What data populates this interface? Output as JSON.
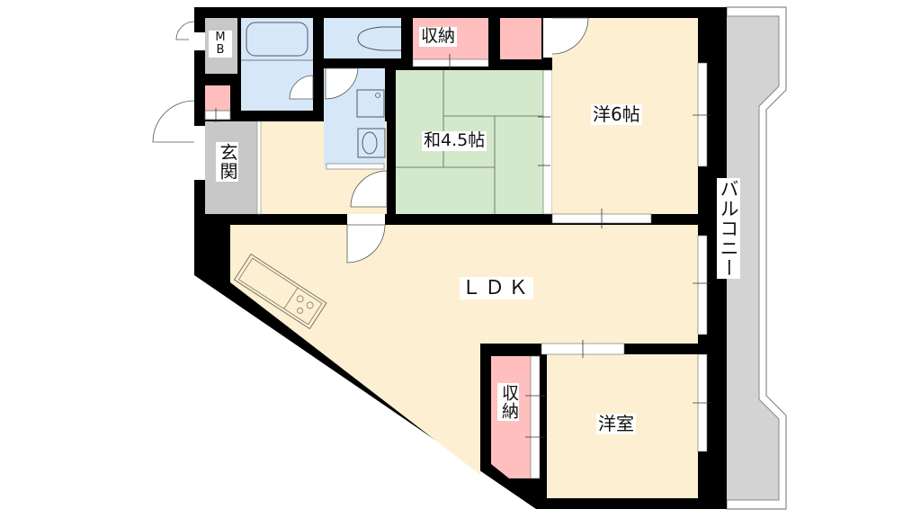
{
  "floorplan": {
    "colors": {
      "wall": "#000000",
      "western_room": "#fdf0d2",
      "tatami": "#d4e8cc",
      "wet_area": "#d6e8f8",
      "storage": "#ffbfbf",
      "entrance": "#c8c8c8",
      "balcony": "#d3d3d3",
      "background": "#ffffff"
    },
    "rooms": {
      "mb": {
        "label": "MB",
        "line1": "M",
        "line2": "B"
      },
      "entrance": {
        "label": "玄関"
      },
      "storage_top": {
        "label": "収納"
      },
      "washitsu": {
        "label": "和4.5帖"
      },
      "youshitsu_6": {
        "label": "洋6帖"
      },
      "ldk": {
        "label": "ＬＤＫ"
      },
      "storage_bottom": {
        "label": "収納"
      },
      "youshitsu": {
        "label": "洋室"
      },
      "balcony": {
        "label": "バルコニー"
      }
    }
  }
}
